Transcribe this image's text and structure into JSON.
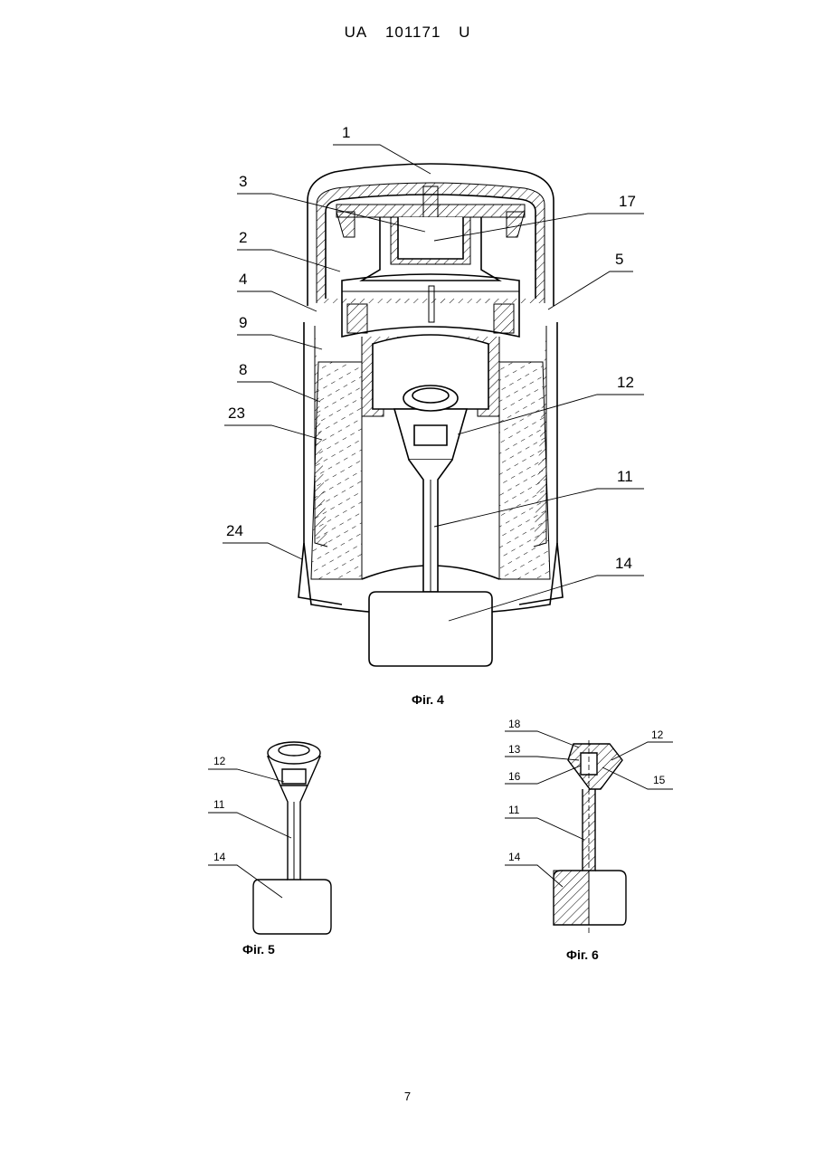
{
  "header": {
    "country": "UA",
    "number": "101171",
    "kind": "U"
  },
  "page_number": "7",
  "fig4": {
    "caption": "Фіг. 4",
    "labels": [
      "1",
      "3",
      "17",
      "2",
      "5",
      "4",
      "9",
      "12",
      "8",
      "23",
      "11",
      "24",
      "14"
    ]
  },
  "fig5": {
    "caption": "Фіг. 5",
    "labels": [
      "12",
      "11",
      "14"
    ]
  },
  "fig6": {
    "caption": "Фіг. 6",
    "labels": [
      "18",
      "12",
      "13",
      "16",
      "15",
      "11",
      "14"
    ]
  }
}
